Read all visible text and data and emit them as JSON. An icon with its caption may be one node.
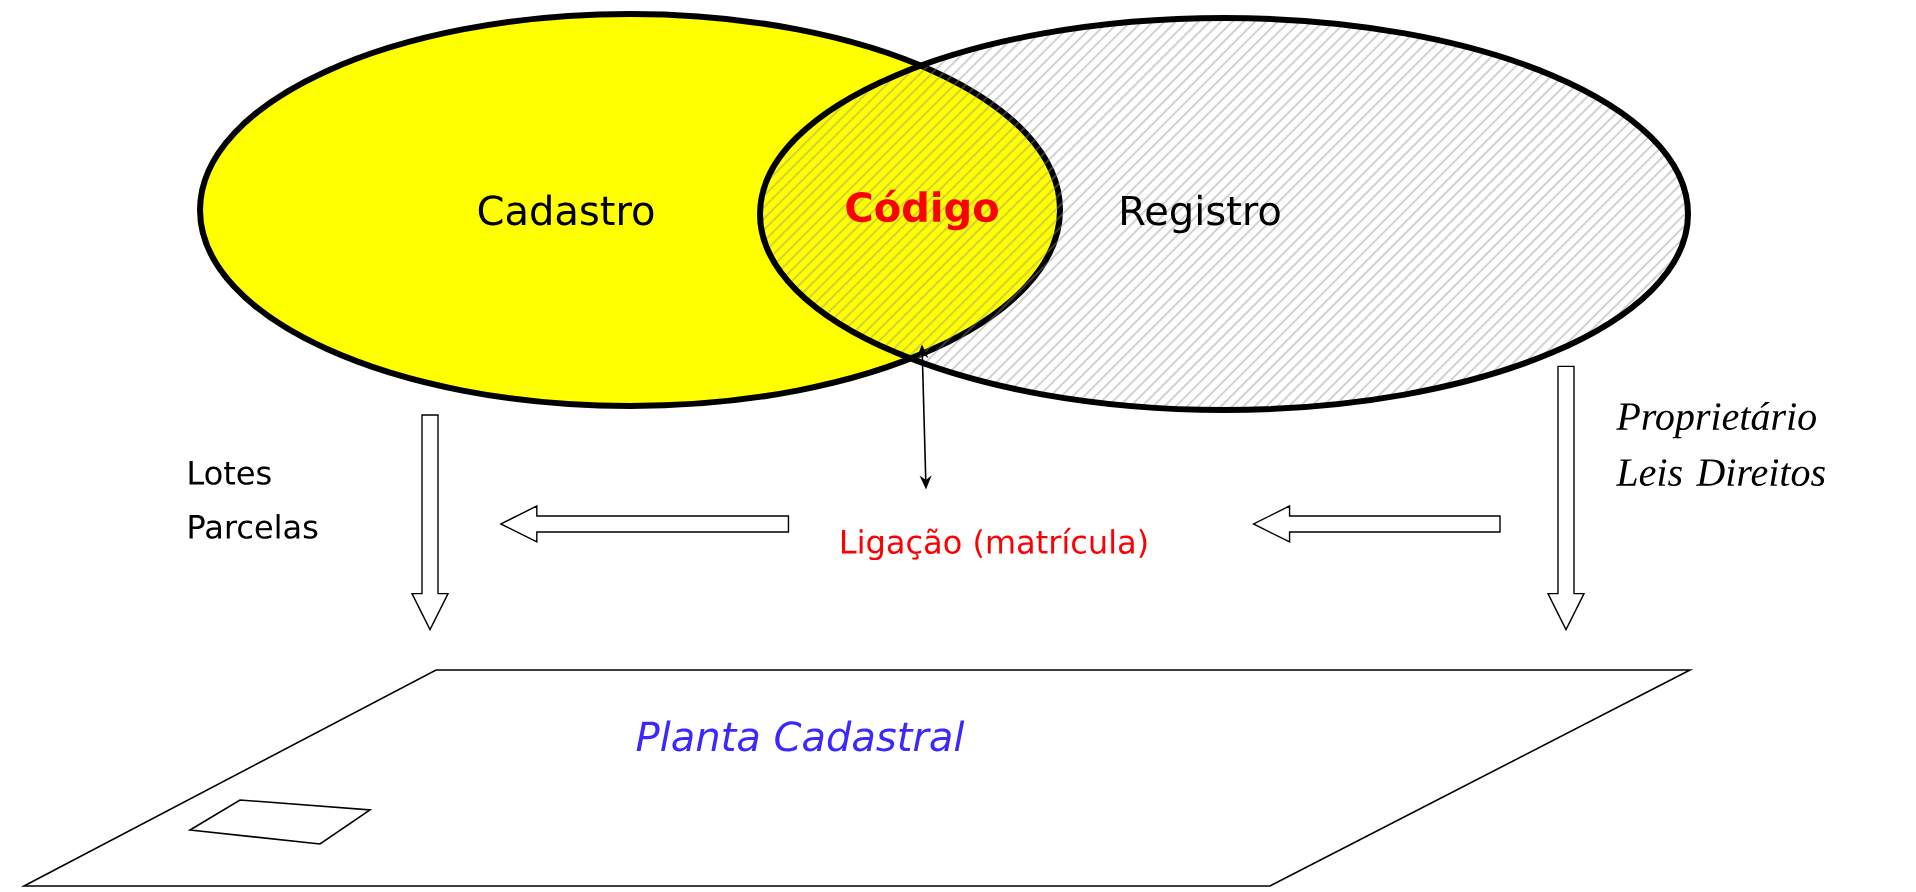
{
  "diagram": {
    "nodes": [
      {
        "text": [
          "Cadastro"
        ]
      },
      {
        "text": [
          "Registro"
        ]
      },
      {
        "text": [
          "Código"
        ]
      },
      {
        "text": [
          "Ligação (matrícula)"
        ]
      },
      {
        "text": [
          "Lotes Parcelas"
        ]
      },
      {
        "text": [
          "Proprietário Leis Direitos"
        ]
      },
      {
        "text": [
          "Planta Cadastral"
        ]
      },
      {
        "text": [],
        "shape": "box",
        "in": 6
      }
    ],
    "edges": [
      {
        "from": 0,
        "to": 6,
        "arrow": "to"
      },
      {
        "from": 1,
        "to": 6,
        "arrow": "to"
      },
      {
        "from": 2,
        "to": 3,
        "arrow": "both"
      },
      {
        "from": 3,
        "to": 4,
        "arrow": "to"
      },
      {
        "from": 5,
        "to": 3,
        "arrow": "to"
      }
    ]
  }
}
